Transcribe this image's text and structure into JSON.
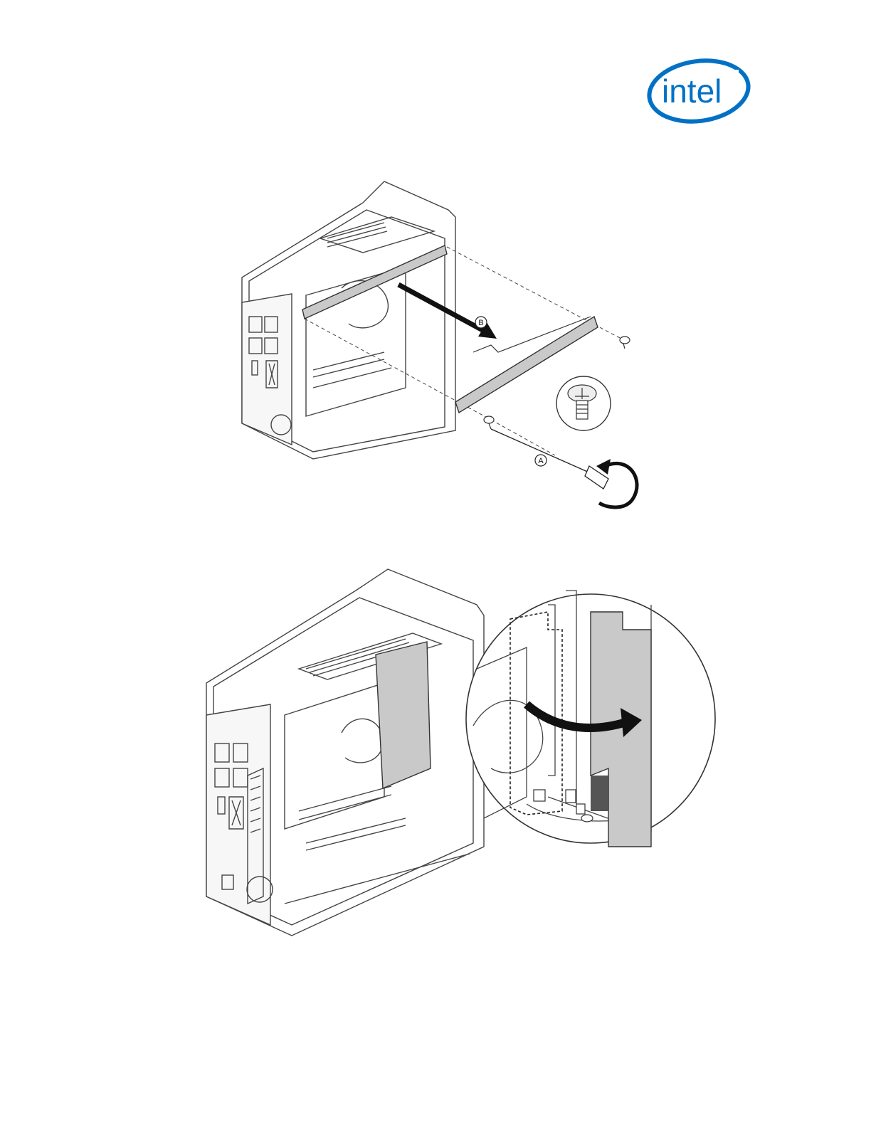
{
  "logo": {
    "text": "intel",
    "color": "#0071c5"
  },
  "figure1": {
    "callout_a": "A",
    "callout_b": "B"
  },
  "figure2": {}
}
